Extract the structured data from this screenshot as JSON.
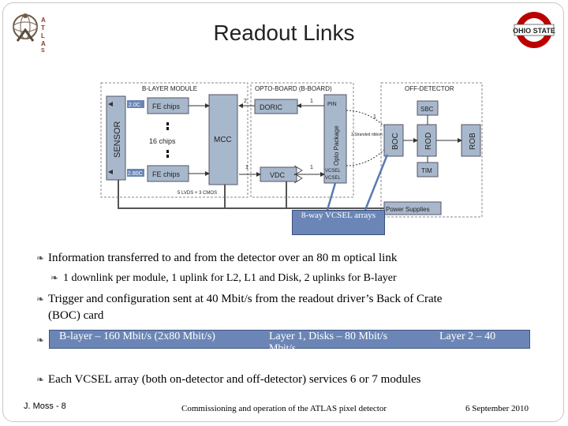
{
  "slide": {
    "title": "Readout Links",
    "logo_left_text": "ATLAS",
    "logo_right_text": "OHIO STATE"
  },
  "diagram": {
    "section_blayer": "B-LAYER MODULE",
    "section_opto": "OPTO-BOARD (B-BOARD)",
    "section_offdet": "OFF-DETECTOR",
    "sensor": "SENSOR",
    "fe_top": "FE chips",
    "fe_bottom": "FE chips",
    "chips_count": "16 chips",
    "mcc": "MCC",
    "doric": "DORIC",
    "vdc": "VDC",
    "pin": "PIN",
    "vcsel1": "VCSEL",
    "vcsel2": "VCSEL",
    "opto_package": "Opto Package",
    "boc": "BOC",
    "rod": "ROD",
    "rob": "ROB",
    "sbc": "SBC",
    "tim": "TIM",
    "power_supplies": "Power Supplies",
    "speed_top": "2.0C",
    "speed_bottom": "2.80C",
    "lvds_label": "5 LVDS + 3 CMOS",
    "fiber_label": "3 Stranded ribbon",
    "num_2": "2",
    "num_1a": "1",
    "num_1b": "1",
    "num_1c": "1",
    "num_1d": "1",
    "arrays_box": "8-way VCSEL arrays"
  },
  "bullets": {
    "b1": "Information transferred to and from the detector over an 80 m optical link",
    "b1_sub": "1 downlink  per module, 1 uplink for L2, L1 and Disk, 2 uplinks for B-layer",
    "b2_line1": "Trigger and configuration sent at 40 Mbit/s from the readout driver’s Back of Crate",
    "b2_line2": "(BOC) card",
    "band_left": "B-layer – 160 Mbit/s (2x80 Mbit/s)",
    "band_mid": "Layer 1, Disks –  80 Mbit/s",
    "band_mid2": "Mbit/s",
    "band_right": "Layer 2 –  40",
    "b4": "Each VCSEL array (both on-detector and off-detector) services 6 or 7 modules"
  },
  "footer": {
    "author": "J. Moss - 8",
    "subject": "Commissioning and operation of the ATLAS pixel detector",
    "date": "6 September 2010"
  }
}
